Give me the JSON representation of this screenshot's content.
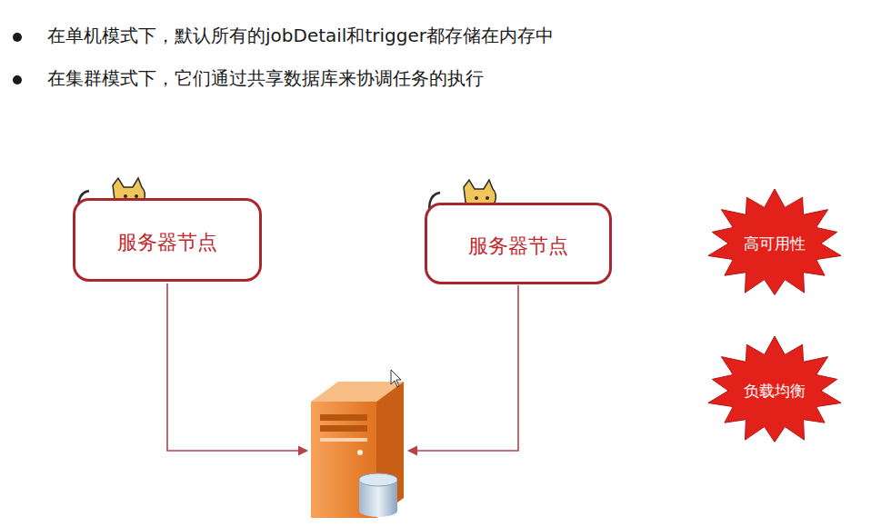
{
  "diagram": {
    "nodes": [
      {
        "text": [
          "服务器节点"
        ]
      },
      {
        "text": [
          "服务器节点"
        ]
      },
      {
        "text": [
          "高可用性"
        ]
      },
      {
        "text": [
          "负载均衡"
        ]
      }
    ],
    "labels": [
      "在单机模式下，默认所有的jobDetail和trigger都存储在内存中",
      "在集群模式下，它们通过共享数据库来协调任务的执行"
    ]
  }
}
